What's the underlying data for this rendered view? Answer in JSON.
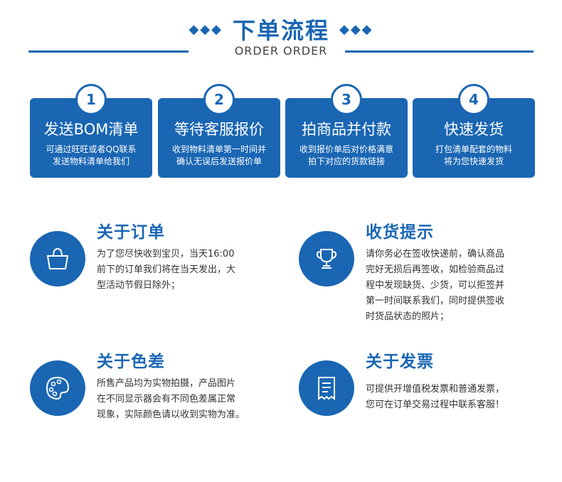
{
  "header": {
    "title": "下单流程",
    "subtitle": "ORDER ORDER",
    "diamonds_left": "◆◆◆",
    "diamonds_right": "◆◆◆"
  },
  "steps": [
    {
      "number": "1",
      "title": "发送BOM清单",
      "desc_line1": "可通过旺旺或者QQ联系",
      "desc_line2": "发送物料清单给我们"
    },
    {
      "number": "2",
      "title": "等待客服报价",
      "desc_line1": "收到物料清单第一时间并",
      "desc_line2": "确认无误后发送报价单"
    },
    {
      "number": "3",
      "title": "拍商品并付款",
      "desc_line1": "收到报价单后对价格满意",
      "desc_line2": "拍下对应的货款链接"
    },
    {
      "number": "4",
      "title": "快速发货",
      "desc_line1": "打包清单配套的物料",
      "desc_line2": "将为您快速发货"
    }
  ],
  "info": {
    "order": {
      "icon": "shopping-bag-icon",
      "title": "关于订单",
      "lines": [
        "为了您尽快收到宝贝，当天16:00",
        "前下的订单我们将在当天发出，大",
        "型活动节假日除外；"
      ]
    },
    "receipt": {
      "icon": "trophy-icon",
      "title": "收货提示",
      "lines": [
        "请你务必在签收快递前，确认商品",
        "完好无损后再签收，如检验商品过",
        "程中发现缺货、少货，可以拒签并",
        "第一时间联系我们，同时提供签收",
        "时货品状态的照片；"
      ]
    },
    "color": {
      "icon": "palette-icon",
      "title": "关于色差",
      "lines": [
        "所售产品均为实物拍摄，产品图片",
        "在不同显示器会有不同色差属正常",
        "现象，实际颜色请以收到实物为准。"
      ]
    },
    "invoice": {
      "icon": "receipt-icon",
      "title": "关于发票",
      "lines": [
        "可提供开增值税发票和普通发票，",
        "您可在订单交易过程中联系客服！"
      ]
    }
  },
  "colors": {
    "brand_blue": "#1a66b3"
  }
}
